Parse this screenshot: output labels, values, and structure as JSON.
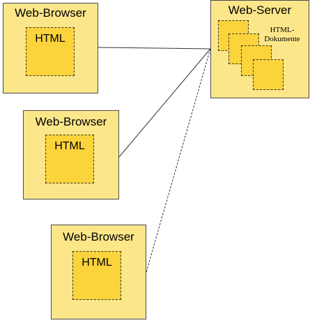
{
  "browsers": [
    {
      "title": "Web-Browser",
      "content_label": "HTML"
    },
    {
      "title": "Web-Browser",
      "content_label": "HTML"
    },
    {
      "title": "Web-Browser",
      "content_label": "HTML"
    }
  ],
  "server": {
    "title": "Web-Server",
    "documents_label_line1": "HTML-",
    "documents_label_line2": "Dokumente"
  },
  "colors": {
    "box_fill": "#fce68a",
    "inner_fill": "#fbd33b",
    "border": "#4a4a4a"
  }
}
